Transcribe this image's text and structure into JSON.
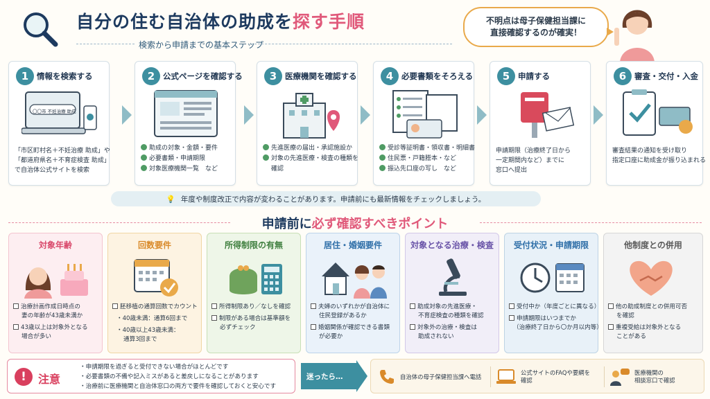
{
  "header": {
    "title_main": "自分の住む自治体の助成を",
    "title_highlight": "探す手順",
    "subtitle": "検索から申請までの基本ステップ"
  },
  "speech": {
    "line1": "不明点は母子保健担当課に",
    "line2": "直接確認するのが確実！"
  },
  "steps": [
    {
      "num": "1",
      "title": "情報を検索する",
      "search_text": "〇〇市  不妊治療  助成",
      "desc": [
        "「市区町村名＋不妊治療 助成」や",
        "「都道府県名＋不育症検査 助成」",
        "で自治体公式サイトを検索"
      ]
    },
    {
      "num": "2",
      "title": "公式ページを確認する",
      "items": [
        "助成の対象・金額・要件",
        "必要書類・申請期限",
        "対象医療機関一覧　など"
      ]
    },
    {
      "num": "3",
      "title": "医療機関を確認する",
      "items": [
        "先進医療の届出・承認施設か",
        "対象の先進医療・検査の種類を",
        "確認"
      ]
    },
    {
      "num": "4",
      "title": "必要書類をそろえる",
      "items": [
        "受診等証明書・領収書・明細書",
        "住民票・戸籍謄本・など",
        "振込先口座の写し　など"
      ]
    },
    {
      "num": "5",
      "title": "申請する",
      "desc": [
        "申請期限（治療終了日から",
        "一定期間内など）までに",
        "窓口へ提出"
      ]
    },
    {
      "num": "6",
      "title": "審査・交付・入金",
      "desc": [
        "審査結果の通知を受け取り",
        "指定口座に助成金が振り込まれる"
      ]
    }
  ],
  "notice": "年度や制度改正で内容が変わることがあります。申請前にも最新情報をチェックしましょう。",
  "points_title": {
    "pre": "申請前に",
    "highlight": "必ず確認すべきポイント"
  },
  "cards": [
    {
      "title": "対象年齢",
      "items": [
        "治療計画作成日時点の",
        "妻の年齢が43歳未満か",
        "43歳以上は対象外となる",
        "場合が多い"
      ]
    },
    {
      "title": "回数要件",
      "items": [
        "胚移植の通算回数でカウント",
        "・40歳未満：通算6回まで",
        "・40歳以上43歳未満：",
        "通算3回まで"
      ]
    },
    {
      "title": "所得制限の有無",
      "items": [
        "所得制限あり／なしを確認",
        "制限がある場合は基準額を",
        "必ずチェック"
      ]
    },
    {
      "title": "居住・婚姻要件",
      "items": [
        "夫婦のいずれかが自治体に",
        "住民登録があるか",
        "婚姻関係が確認できる書類",
        "が必要か"
      ]
    },
    {
      "title": "対象となる治療・検査",
      "items": [
        "助成対象の先進医療・",
        "不育症検査の種類を確認",
        "対象外の治療・検査は",
        "助成されない"
      ]
    },
    {
      "title": "受付状況・申請期限",
      "items": [
        "受付中か（年度ごとに異なる）",
        "申請期限はいつまでか",
        "（治療終了日から〇か月以内等）"
      ]
    },
    {
      "title": "他制度との併用",
      "items": [
        "他の助成制度との併用可否",
        "を確認",
        "重複受給は対象外となる",
        "ことがある"
      ]
    }
  ],
  "warning": {
    "label": "注意",
    "lines": [
      "・申請期限を過ぎると受付できない場合がほとんどです",
      "・必要書類の不備や記入ミスがあると差戻しになることがあります",
      "・治療前に医療機関と自治体窓口の両方で要件を確認しておくと安心です"
    ]
  },
  "lost": "迷ったら…",
  "options": [
    {
      "label": "自治体の母子保健担当課へ電話",
      "icon": "phone-icon"
    },
    {
      "label1": "公式サイトのFAQや要綱を",
      "label2": "確認",
      "icon": "laptop-icon"
    },
    {
      "label1": "医療機関の",
      "label2": "相談窓口で確認",
      "icon": "consult-icon"
    }
  ],
  "colors": {
    "teal": "#3d8fa0",
    "pink": "#e0597a",
    "navy": "#1d3a5f"
  }
}
